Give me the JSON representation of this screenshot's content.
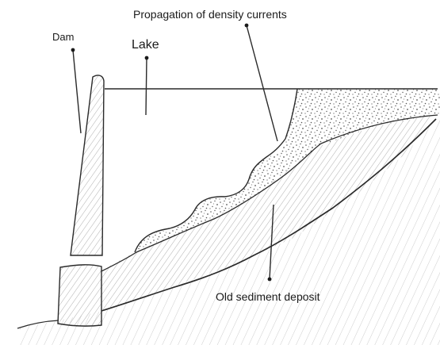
{
  "labels": {
    "density_currents": "Propagation of density currents",
    "dam": "Dam",
    "lake": "Lake",
    "old_sediment": "Old sediment deposit"
  },
  "colors": {
    "ink": "#2a2a2a",
    "hatch": "#8a8a8a",
    "speckle": "#555555",
    "background": "#ffffff"
  }
}
